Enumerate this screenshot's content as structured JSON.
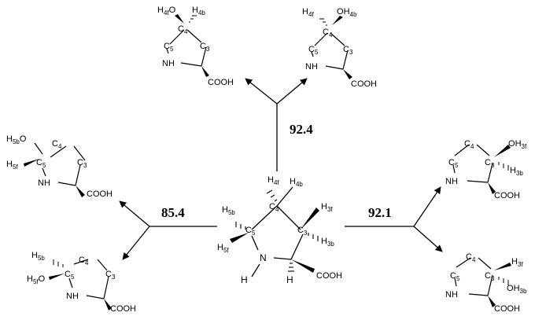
{
  "values": {
    "top": "92.4",
    "left": "85.4",
    "right": "92.1"
  },
  "atoms": {
    "c3": "C",
    "c4": "C",
    "c5": "C",
    "n": "N",
    "h": "H",
    "o": "O",
    "nh": "NH",
    "cooh": "COOH"
  },
  "subscripts": {
    "c3": "3",
    "c4": "4",
    "c5": "5",
    "h3f": "3f",
    "h3b": "3b",
    "h4f": "4f",
    "h4b": "4b",
    "h5f": "5f",
    "h5b": "5b",
    "h": "H",
    "o": "O",
    "oh4b": "4b",
    "oh3f": "3f",
    "oh3b": "3b",
    "oh4f": "4f",
    "oh5b": "5b",
    "oh5f": "5f"
  }
}
